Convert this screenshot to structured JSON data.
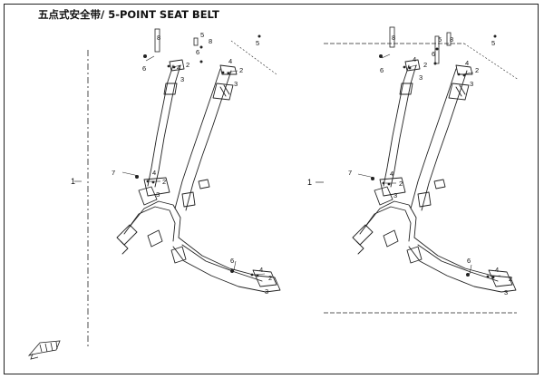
{
  "title": "五点式安全带/ 5-POINT SEAT BELT",
  "views": [
    {
      "id": "left",
      "assembly_callout": "1",
      "callouts": [
        {
          "label": "8"
        },
        {
          "label": "5"
        },
        {
          "label": "8"
        },
        {
          "label": "5"
        },
        {
          "label": "6"
        },
        {
          "label": "4"
        },
        {
          "label": "2"
        },
        {
          "label": "3"
        },
        {
          "label": "6"
        },
        {
          "label": "4"
        },
        {
          "label": "2"
        },
        {
          "label": "3"
        },
        {
          "label": "7"
        },
        {
          "label": "4"
        },
        {
          "label": "2"
        },
        {
          "label": "3"
        },
        {
          "label": "6"
        },
        {
          "label": "4"
        },
        {
          "label": "2"
        },
        {
          "label": "3"
        }
      ]
    },
    {
      "id": "right",
      "assembly_callout": "1",
      "callouts": [
        {
          "label": "8"
        },
        {
          "label": "5"
        },
        {
          "label": "8"
        },
        {
          "label": "5"
        },
        {
          "label": "6"
        },
        {
          "label": "4"
        },
        {
          "label": "2"
        },
        {
          "label": "3"
        },
        {
          "label": "6"
        },
        {
          "label": "4"
        },
        {
          "label": "2"
        },
        {
          "label": "3"
        },
        {
          "label": "7"
        },
        {
          "label": "4"
        },
        {
          "label": "2"
        },
        {
          "label": "3"
        },
        {
          "label": "6"
        },
        {
          "label": "4"
        },
        {
          "label": "2"
        },
        {
          "label": "3"
        }
      ]
    }
  ],
  "icons": {
    "corner_logo": "vehicle-logo-icon"
  },
  "colors": {
    "line": "#222222",
    "background": "#ffffff"
  }
}
